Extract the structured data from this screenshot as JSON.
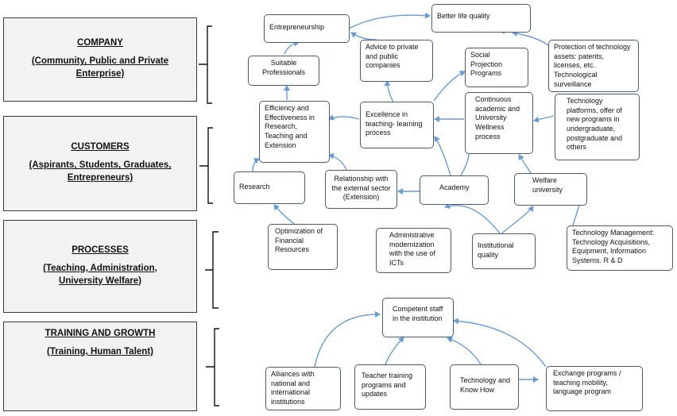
{
  "colors": {
    "arrow": "#6a9bd0",
    "box_border": "#4a5a72",
    "perspective_fill": "#f2f2f2"
  },
  "perspectives": [
    {
      "title": "COMPANY",
      "subtitle": "(Community, Public and Private Enterprise)"
    },
    {
      "title": "CUSTOMERS",
      "subtitle": "(Aspirants, Students, Graduates, Entrepreneurs)"
    },
    {
      "title": "PROCESSES",
      "subtitle": "(Teaching, Administration, University Welfare)"
    },
    {
      "title": "TRAINING AND GROWTH",
      "subtitle": "(Training, Human Talent)"
    }
  ],
  "nodes": {
    "better_life_quality": "Better life quality",
    "entrepreneurship": "Entrepreneurship",
    "advice_companies": "Advice to private and public companies",
    "suitable_professionals": "Suitable Professionals",
    "social_projection": "Social Projection Programs",
    "protection_tech": "Protection of technology assets: patents, licenses, etc. Technological surveillance",
    "efficiency_research": "Efficiency and Effectiveness in Research, Teaching and Extension",
    "excellence_teaching": "Excellence in teaching- learning process",
    "continuous_wellness": "Continuous academic and University Wellness process",
    "tech_platforms": "Technology platforms, offer of new programs in undergraduate, postgraduate and others",
    "research": "Research",
    "relationship_external": "Relationship with the external sector (Extension)",
    "academy": "Academy",
    "welfare_university": "Welfare university",
    "optimization_financial": "Optimization of Financial Resources",
    "administrative_modernization": "Administrative modernization with the use of ICTs",
    "institutional_quality": "Institutional quality",
    "tech_management": "Technology Management: Technology Acquisitions, Equipment, Information Systems. R & D",
    "competent_staff": "Competent staff in the institution",
    "alliances": "Alliances with national and international institutions",
    "teacher_training": "Teacher training programs and updates",
    "technology_knowhow": "Technology and Know How",
    "exchange_programs": "Exchange programs / teaching mobility, language program"
  }
}
